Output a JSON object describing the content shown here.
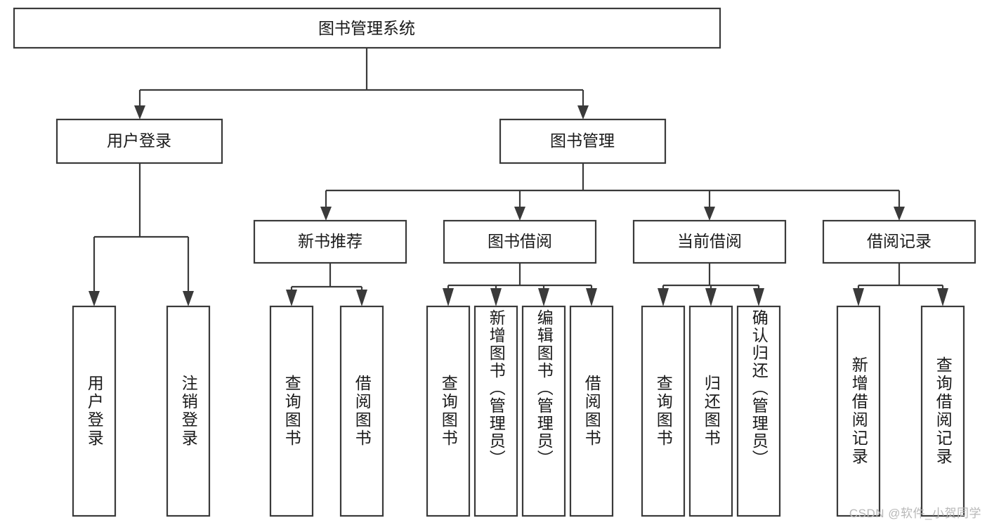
{
  "diagram": {
    "type": "hierarchy-tree",
    "title": "图书管理系统",
    "root": {
      "label": "图书管理系统"
    },
    "level2": [
      {
        "label": "用户登录"
      },
      {
        "label": "图书管理"
      }
    ],
    "level3": [
      {
        "label": "新书推荐"
      },
      {
        "label": "图书借阅"
      },
      {
        "label": "当前借阅"
      },
      {
        "label": "借阅记录"
      }
    ],
    "leaves": {
      "user_login": [
        {
          "label": "用户登录"
        },
        {
          "label": "注销登录"
        }
      ],
      "new_book_recommend": [
        {
          "label": "查询图书"
        },
        {
          "label": "借阅图书"
        }
      ],
      "book_borrow": [
        {
          "label": "查询图书"
        },
        {
          "label": "新增图书（管理员）"
        },
        {
          "label": "编辑图书（管理员）"
        },
        {
          "label": "借阅图书"
        }
      ],
      "current_borrow": [
        {
          "label": "查询图书"
        },
        {
          "label": "归还图书"
        },
        {
          "label": "确认归还（管理员）"
        }
      ],
      "borrow_record": [
        {
          "label": "新增借阅记录"
        },
        {
          "label": "查询借阅记录"
        }
      ]
    }
  },
  "watermark": {
    "text": "CSDN @软件_小贺同学"
  },
  "colors": {
    "stroke": "#3a3a3a",
    "fill": "#ffffff",
    "text": "#1a1a1a",
    "watermark": "#b8b8b8"
  }
}
